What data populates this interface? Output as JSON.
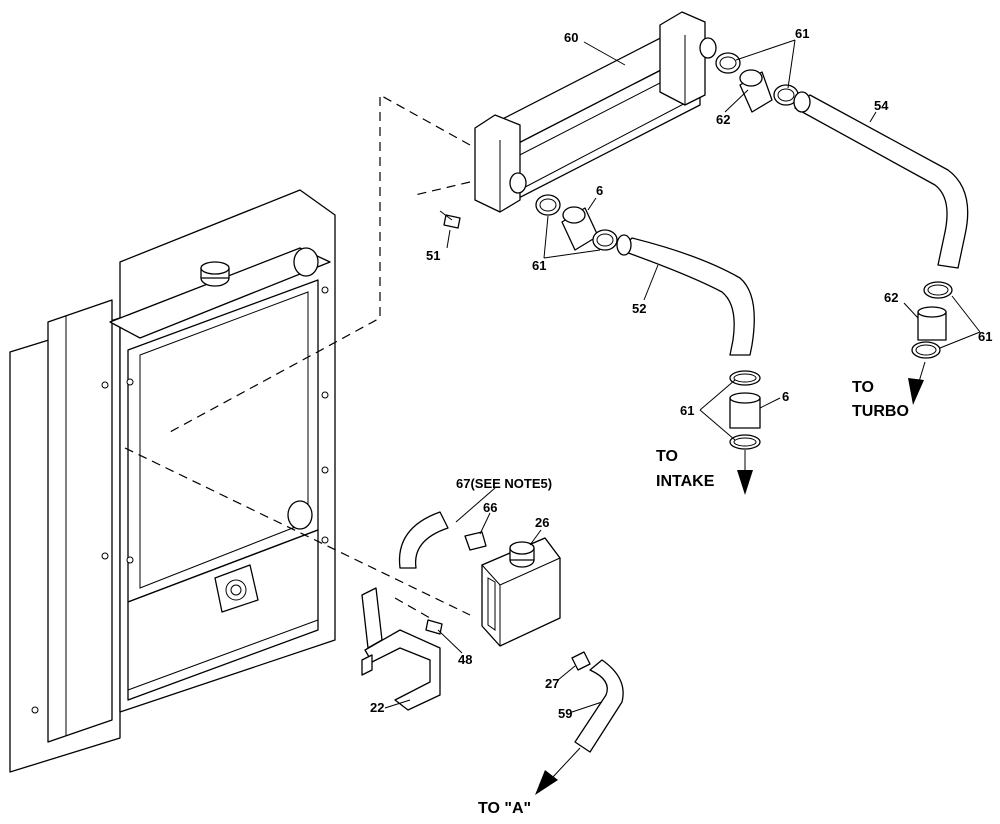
{
  "callouts": {
    "p60": "60",
    "p61_top": "61",
    "p62_top": "62",
    "p54": "54",
    "p6_mid": "6",
    "p51": "51",
    "p61_mid": "61",
    "p52": "52",
    "p62_right": "62",
    "p61_right": "61",
    "p61_low": "61",
    "p6_low": "6",
    "p67": "67(SEE NOTE5)",
    "p66": "66",
    "p26": "26",
    "p48": "48",
    "p22": "22",
    "p27": "27",
    "p59": "59"
  },
  "destinations": {
    "turbo_1": "TO",
    "turbo_2": "TURBO",
    "intake_1": "TO",
    "intake_2": "INTAKE",
    "a": "TO \"A\""
  }
}
